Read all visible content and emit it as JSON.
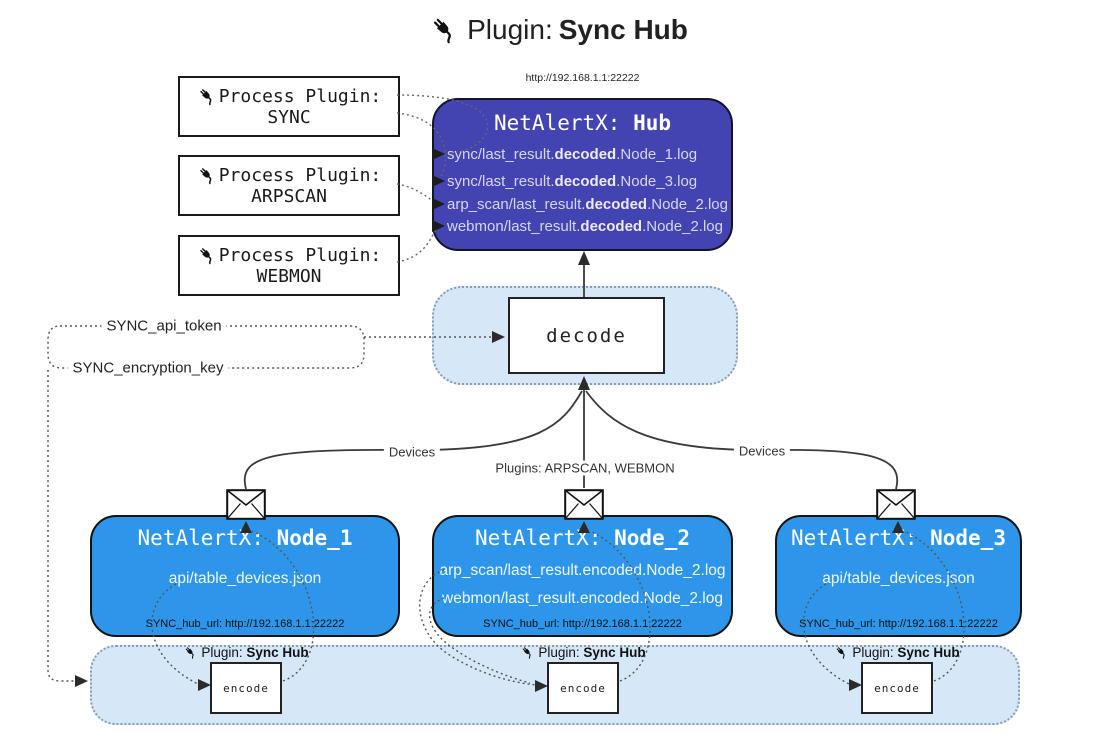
{
  "title": {
    "prefix": "Plugin: ",
    "name": "Sync Hub"
  },
  "process_plugins": [
    {
      "label": "Process Plugin:",
      "name": "SYNC"
    },
    {
      "label": "Process Plugin:",
      "name": "ARPSCAN"
    },
    {
      "label": "Process Plugin:",
      "name": "WEBMON"
    }
  ],
  "hub": {
    "url": "http://192.168.1.1:22222",
    "title_prefix": "NetAlertX: ",
    "title_name": "Hub",
    "log_lines": [
      {
        "pre": "sync/last_result.",
        "bold": "decoded",
        "post": ".Node_1.log"
      },
      {
        "pre": "sync/last_result.",
        "bold": "decoded",
        "post": ".Node_3.log"
      },
      {
        "pre": "arp_scan/last_result.",
        "bold": "decoded",
        "post": ".Node_2.log"
      },
      {
        "pre": "webmon/last_result.",
        "bold": "decoded",
        "post": ".Node_2.log"
      }
    ]
  },
  "decode_label": "decode",
  "encode_label": "encode",
  "config_labels": {
    "api_token": "SYNC_api_token",
    "encryption_key": "SYNC_encryption_key"
  },
  "edge_labels": {
    "devices_left": "Devices",
    "plugins": "Plugins: ARPSCAN, WEBMON",
    "devices_right": "Devices"
  },
  "nodes": [
    {
      "title_prefix": "NetAlertX: ",
      "title_name": "Node_1",
      "line1": "api/table_devices.json",
      "hub_url": "SYNC_hub_url: http://192.168.1.1:22222"
    },
    {
      "title_prefix": "NetAlertX: ",
      "title_name": "Node_2",
      "line1": "arp_scan/last_result.encoded.Node_2.log",
      "line2": "webmon/last_result.encoded.Node_2.log",
      "hub_url": "SYNC_hub_url: http://192.168.1.1:22222"
    },
    {
      "title_prefix": "NetAlertX: ",
      "title_name": "Node_3",
      "line1": "api/table_devices.json",
      "hub_url": "SYNC_hub_url: http://192.168.1.1:22222"
    }
  ],
  "encoder_label": {
    "prefix": "Plugin: ",
    "name": "Sync Hub"
  },
  "colors": {
    "hub_bg": "#4343b2",
    "node_bg": "#2e96ea",
    "panel_bg": "#d6e8f8"
  }
}
